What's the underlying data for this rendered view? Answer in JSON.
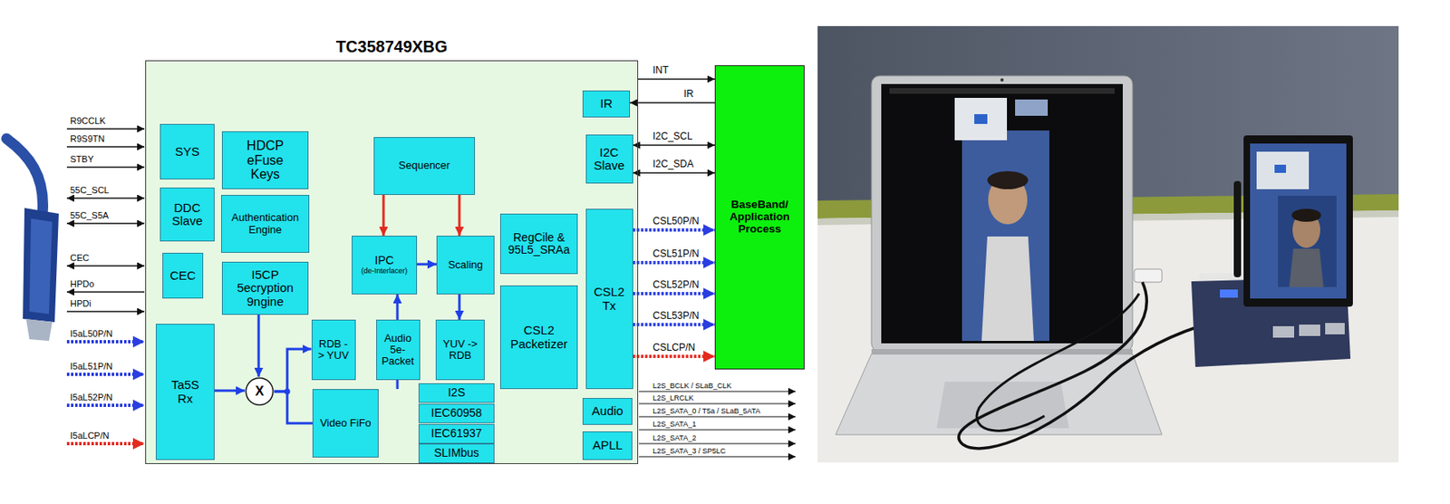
{
  "diagram": {
    "nodes": [
      {
        "text": [
          "TC358749XBG"
        ]
      },
      {
        "text": [
          "SYS"
        ],
        "in": 0
      },
      {
        "text": [
          "HDCP eFuse Keys"
        ],
        "in": 0
      },
      {
        "text": [
          "DDC Slave"
        ],
        "in": 0
      },
      {
        "text": [
          "Authentication Engine"
        ],
        "in": 0
      },
      {
        "text": [
          "CEC"
        ],
        "in": 0
      },
      {
        "text": [
          "I5CP 5ecryption 9ngine"
        ],
        "in": 0
      },
      {
        "text": [
          "Ta5S Rx"
        ],
        "in": 0
      },
      {
        "text": [
          "X"
        ],
        "in": 0
      },
      {
        "text": [
          "RDB - > YUV"
        ],
        "in": 0
      },
      {
        "text": [
          "Video FiFo"
        ],
        "in": 0
      },
      {
        "text": [
          "Audio 5e-Packet"
        ],
        "in": 0
      },
      {
        "text": [
          "Sequencer"
        ],
        "in": 0
      },
      {
        "text": [
          "IPC",
          "(de-Interlacer)"
        ],
        "in": 0
      },
      {
        "text": [
          "Scaling"
        ],
        "in": 0
      },
      {
        "text": [
          "YUV -> RDB"
        ],
        "in": 0
      },
      {
        "text": [
          "RegCile & 95L5_SRAa"
        ],
        "in": 0
      },
      {
        "text": [
          "CSL2 Packetizer"
        ],
        "in": 0
      },
      {
        "text": [
          "I2S"
        ],
        "in": 0
      },
      {
        "text": [
          "IEC60958"
        ],
        "in": 0
      },
      {
        "text": [
          "IEC61937"
        ],
        "in": 0
      },
      {
        "text": [
          "SLIMbus"
        ],
        "in": 0
      },
      {
        "text": [
          "IR"
        ],
        "in": 0
      },
      {
        "text": [
          "I2C Slave"
        ],
        "in": 0
      },
      {
        "text": [
          "CSL2 Tx"
        ],
        "in": 0
      },
      {
        "text": [
          "Audio"
        ],
        "in": 0
      },
      {
        "text": [
          "APLL"
        ],
        "in": 0
      },
      {
        "text": [
          "BaseBand/ Application Process"
        ]
      }
    ],
    "edges": [
      {
        "from": 7,
        "to": 8,
        "arrow": "to"
      },
      {
        "from": 6,
        "to": 8,
        "arrow": "to"
      },
      {
        "from": 8,
        "to": 9,
        "arrow": "to"
      },
      {
        "from": 8,
        "to": 11,
        "arrow": "to"
      },
      {
        "from": 9,
        "to": 10,
        "arrow": "to"
      },
      {
        "from": 10,
        "to": 13,
        "arrow": "to"
      },
      {
        "from": 13,
        "to": 14,
        "arrow": "to"
      },
      {
        "from": 12,
        "to": 13,
        "arrow": "to"
      },
      {
        "from": 12,
        "to": 14,
        "arrow": "to"
      },
      {
        "from": 14,
        "to": 15,
        "arrow": "to"
      },
      {
        "from": 0,
        "to": 27,
        "label": "INT",
        "arrow": "to"
      },
      {
        "from": 27,
        "to": 22,
        "label": "IR",
        "arrow": "to"
      },
      {
        "from": 23,
        "to": 27,
        "label": "I2C_SCL",
        "arrow": "both"
      },
      {
        "from": 23,
        "to": 27,
        "label": "I2C_SDA",
        "arrow": "both"
      },
      {
        "from": 24,
        "to": 27,
        "label": "CSL50P/N",
        "arrow": "to"
      },
      {
        "from": 24,
        "to": 27,
        "label": "CSL51P/N",
        "arrow": "to"
      },
      {
        "from": 24,
        "to": 27,
        "label": "CSL52P/N",
        "arrow": "to"
      },
      {
        "from": 24,
        "to": 27,
        "label": "CSL53P/N",
        "arrow": "to"
      },
      {
        "from": 24,
        "to": 27,
        "label": "CSLCP/N",
        "arrow": "to"
      }
    ],
    "labels": [
      "R9CCLK",
      "R9S9TN",
      "STBY",
      "55C_SCL",
      "55C_S5A",
      "CEC",
      "HPDo",
      "HPDi",
      "I5aL50P/N",
      "I5aL51P/N",
      "I5aL52P/N",
      "I5aLCP/N",
      "L2S_BCLK / SLaB_CLK",
      "L2S_LRCLK",
      "L2S_SATA_0 / T5a / SLaB_5ATA",
      "L2S_SATA_1",
      "L2S_SATA_2",
      "L2S_SATA_3 / SP5LC"
    ]
  }
}
